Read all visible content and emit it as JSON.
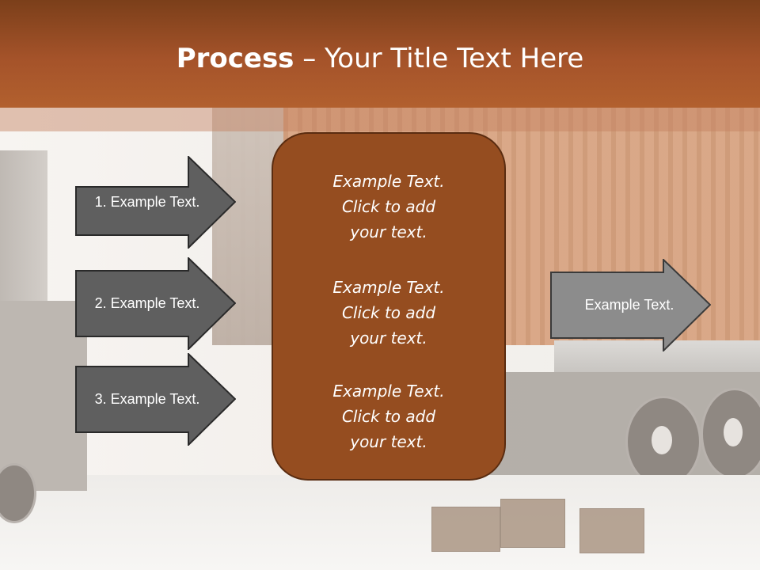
{
  "slide": {
    "title_bold": "Process",
    "title_rest": " – Your Title Text Here"
  },
  "steps": [
    {
      "label": "1. Example Text."
    },
    {
      "label": "2. Example Text."
    },
    {
      "label": "3. Example Text."
    }
  ],
  "panel": {
    "items": [
      "Example Text.\nClick  to add\nyour text.",
      "Example Text.\nClick  to add\nyour text.",
      "Example Text.\nClick  to add\nyour text."
    ]
  },
  "output": {
    "label": "Example Text."
  },
  "colors": {
    "header": "#a5532a",
    "panel": "#954d20",
    "arrow_dark": "#5f5f5f",
    "arrow_light": "#8c8c8c"
  }
}
